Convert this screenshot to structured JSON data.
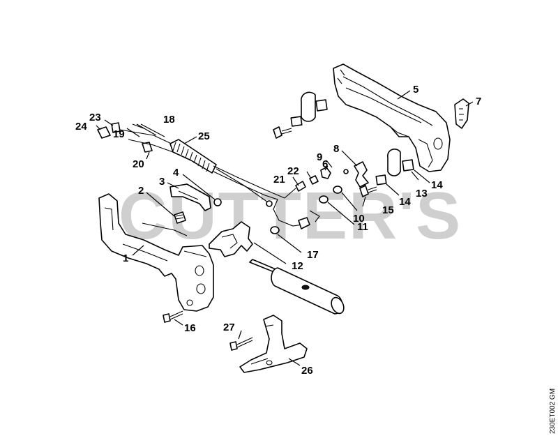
{
  "watermark": {
    "text": "CUTTER'S"
  },
  "reference_code": "230ET002 GM",
  "labels": [
    {
      "id": "1",
      "text": "1"
    },
    {
      "id": "2",
      "text": "2"
    },
    {
      "id": "3",
      "text": "3"
    },
    {
      "id": "4",
      "text": "4"
    },
    {
      "id": "5",
      "text": "5"
    },
    {
      "id": "6",
      "text": "6"
    },
    {
      "id": "7",
      "text": "7"
    },
    {
      "id": "8",
      "text": "8"
    },
    {
      "id": "9",
      "text": "9"
    },
    {
      "id": "10",
      "text": "10"
    },
    {
      "id": "11",
      "text": "11"
    },
    {
      "id": "12",
      "text": "12"
    },
    {
      "id": "13",
      "text": "13"
    },
    {
      "id": "14a",
      "text": "14"
    },
    {
      "id": "14b",
      "text": "14"
    },
    {
      "id": "15",
      "text": "15"
    },
    {
      "id": "16",
      "text": "16"
    },
    {
      "id": "17",
      "text": "17"
    },
    {
      "id": "18",
      "text": "18"
    },
    {
      "id": "19",
      "text": "19"
    },
    {
      "id": "20",
      "text": "20"
    },
    {
      "id": "21",
      "text": "21"
    },
    {
      "id": "22",
      "text": "22"
    },
    {
      "id": "23",
      "text": "23"
    },
    {
      "id": "24",
      "text": "24"
    },
    {
      "id": "25",
      "text": "25"
    },
    {
      "id": "26",
      "text": "26"
    },
    {
      "id": "27",
      "text": "27"
    }
  ]
}
